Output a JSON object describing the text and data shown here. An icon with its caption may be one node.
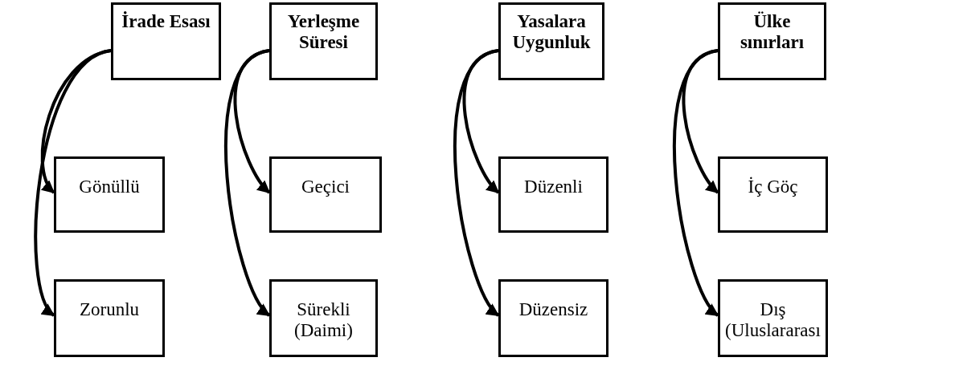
{
  "diagram": {
    "nodes": [
      {
        "text": [
          "İrade Esası"
        ]
      },
      {
        "text": [
          "Gönüllü"
        ]
      },
      {
        "text": [
          "Zorunlu"
        ]
      },
      {
        "text": [
          "Yerleşme Süresi"
        ]
      },
      {
        "text": [
          "Geçici"
        ]
      },
      {
        "text": [
          "Sürekli (Daimi)"
        ]
      },
      {
        "text": [
          "Yasalara Uygunluk"
        ]
      },
      {
        "text": [
          "Düzenli"
        ]
      },
      {
        "text": [
          "Düzensiz"
        ]
      },
      {
        "text": [
          "Ülke sınırları"
        ]
      },
      {
        "text": [
          "İç Göç"
        ]
      },
      {
        "text": [
          "Dış (Uluslararası"
        ]
      }
    ],
    "edges": [
      {
        "from": 0,
        "to": 1,
        "arrow": "to"
      },
      {
        "from": 0,
        "to": 2,
        "arrow": "to"
      },
      {
        "from": 3,
        "to": 4,
        "arrow": "to"
      },
      {
        "from": 3,
        "to": 5,
        "arrow": "to"
      },
      {
        "from": 6,
        "to": 7,
        "arrow": "to"
      },
      {
        "from": 6,
        "to": 8,
        "arrow": "to"
      },
      {
        "from": 9,
        "to": 10,
        "arrow": "to"
      },
      {
        "from": 9,
        "to": 11,
        "arrow": "to"
      }
    ]
  }
}
